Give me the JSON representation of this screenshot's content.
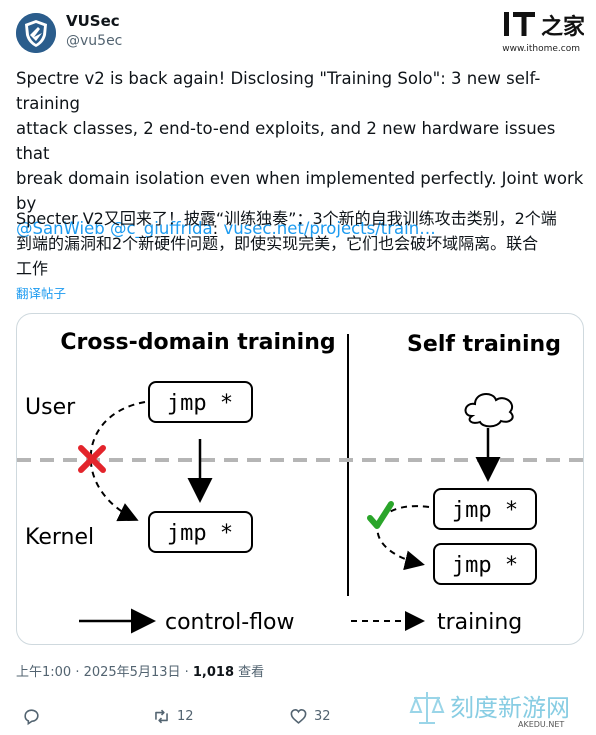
{
  "author": {
    "name": "VUSec",
    "handle": "@vu5ec"
  },
  "ithome": {
    "logo_text": "IT之家",
    "url": "www.ithome.com"
  },
  "tweet": {
    "line1": "Spectre v2 is back again! Disclosing \"Training Solo\": 3 new self-training",
    "line2": "attack classes, 2 end-to-end exploits, and 2 new hardware issues that",
    "line3": "break domain isolation even when implemented perfectly. Joint work by",
    "mention1": "@SanWieb",
    "mention2": "@c_giuffrida",
    "colon": ":",
    "url": "vusec.net/projects/train…"
  },
  "translation": {
    "line1": "Specter V2又回来了！披露“训练独奏”：3个新的自我训练攻击类别，2个端",
    "line2": "到端的漏洞和2个新硬件问题，即使实现完美，它们也会破坏域隔离。联合",
    "line3": "工作",
    "translate_label": "翻译帖子"
  },
  "diagram": {
    "left_title": "Cross-domain training",
    "right_title": "Self training",
    "user_label": "User",
    "kernel_label": "Kernel",
    "jmp": "jmp *",
    "legend_control": "control-flow",
    "legend_training": "training"
  },
  "meta": {
    "time": "上午1:00 · 2025年5月13日 · ",
    "views_count": "1,018",
    "views_label": " 查看"
  },
  "actions": {
    "retweets": "12",
    "likes": "32"
  },
  "watermark": {
    "text": "刻度新游网",
    "url": "AKEDU.NET"
  },
  "icons": [
    "shield-logo-icon",
    "reply-icon",
    "retweet-icon",
    "heart-icon",
    "cloud-icon",
    "cross-icon",
    "check-icon"
  ],
  "colors": {
    "link": "#1d9bf0",
    "muted": "#536471",
    "cross": "#e3242b",
    "check": "#2aa52a"
  }
}
